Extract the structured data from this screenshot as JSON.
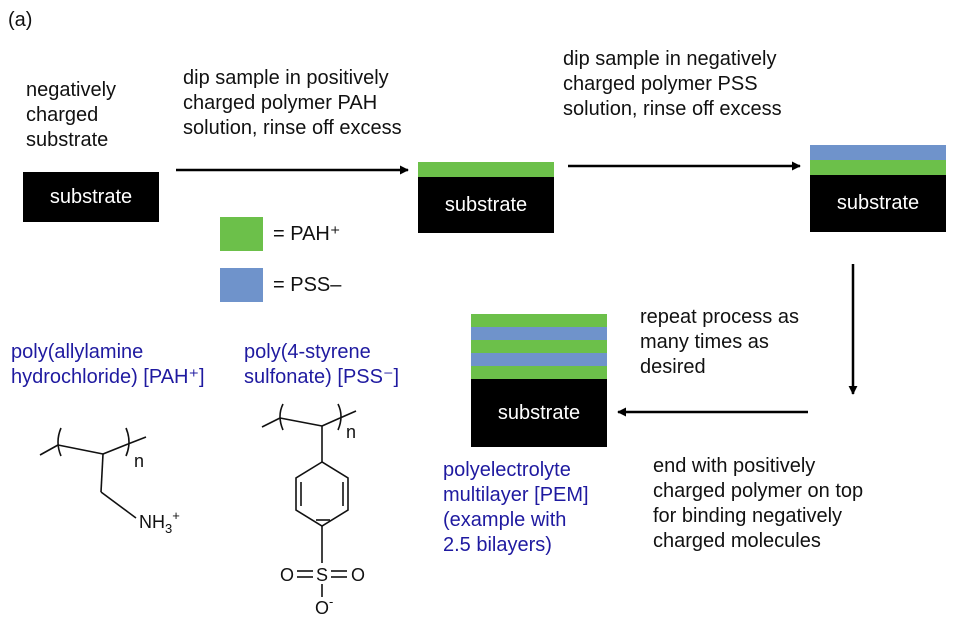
{
  "panel_label": "(a)",
  "initial": {
    "caption_lines": [
      "negatively",
      "charged",
      "substrate"
    ],
    "substrate_label": "substrate"
  },
  "step1": {
    "lines": [
      "dip sample in positively",
      "charged polymer PAH",
      "solution, rinse off excess"
    ],
    "substrate_label": "substrate"
  },
  "step2": {
    "lines": [
      "dip sample in negatively",
      "charged polymer PSS",
      "solution, rinse off excess"
    ],
    "substrate_label": "substrate"
  },
  "legend": {
    "pah_label": "= PAH⁺",
    "pss_label": "= PSS–",
    "pah_color": "#6cc04a",
    "pss_color": "#6f93cb"
  },
  "repeat": {
    "lines": [
      "repeat process as",
      "many times as",
      "desired"
    ]
  },
  "end_note": {
    "lines": [
      "end with positively",
      "charged polymer on top",
      "for binding negatively",
      "charged molecules"
    ]
  },
  "pem": {
    "substrate_label": "substrate",
    "caption_lines": [
      "polyelectrolyte",
      "multilayer [PEM]",
      "(example with",
      "2.5 bilayers)"
    ]
  },
  "pah_structure": {
    "name_lines": [
      "poly(allylamine",
      "hydrochloride) [PAH⁺]"
    ],
    "subscript": "n",
    "group_base": "NH",
    "group_sub": "3",
    "group_sup": "+"
  },
  "pss_structure": {
    "name_lines": [
      "poly(4-styrene",
      "sulfonate) [PSS⁻]"
    ],
    "subscript": "n",
    "o_left": "O",
    "sulfur": "S",
    "o_right": "O",
    "o_bottom": "O",
    "o_bottom_charge": "-"
  }
}
